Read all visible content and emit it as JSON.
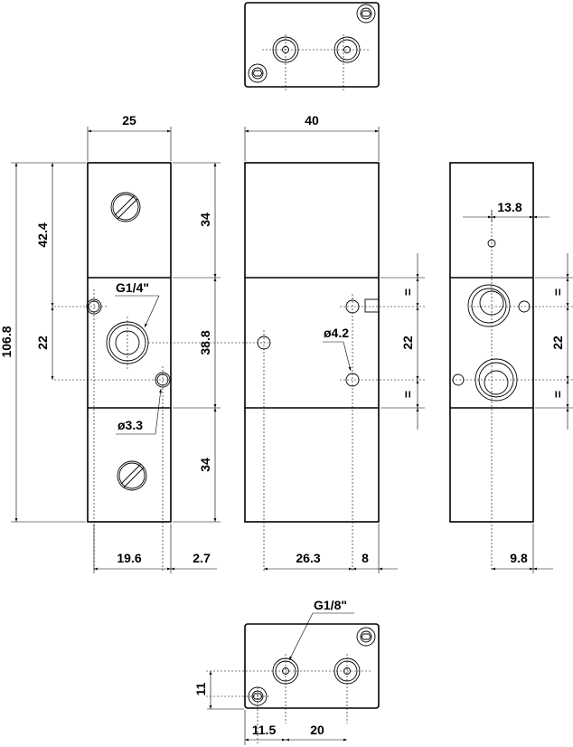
{
  "dimensions": {
    "front_width": "25",
    "side_width": "40",
    "overall_height": "106.8",
    "upper_block": "34",
    "center_block": "38.8",
    "lower_block": "34",
    "pitch_left": "42.4",
    "pitch_mid_left": "22",
    "pitch_mid_center": "22",
    "pitch_right": "22",
    "equal_1": "=",
    "equal_2": "=",
    "equal_3": "=",
    "equal_4": "=",
    "offset_13_8": "13.8",
    "bottom_19_6": "19.6",
    "bottom_2_7": "2.7",
    "bottom_26_3": "26.3",
    "bottom_8": "8",
    "bottom_9_8": "9.8",
    "base_11": "11",
    "base_11_5": "11.5",
    "base_20": "20"
  },
  "callouts": {
    "port_main": "G1/4\"",
    "port_pilot": "G1/8\"",
    "hole_mount": "ø3.3",
    "hole_side": "ø4.2"
  }
}
